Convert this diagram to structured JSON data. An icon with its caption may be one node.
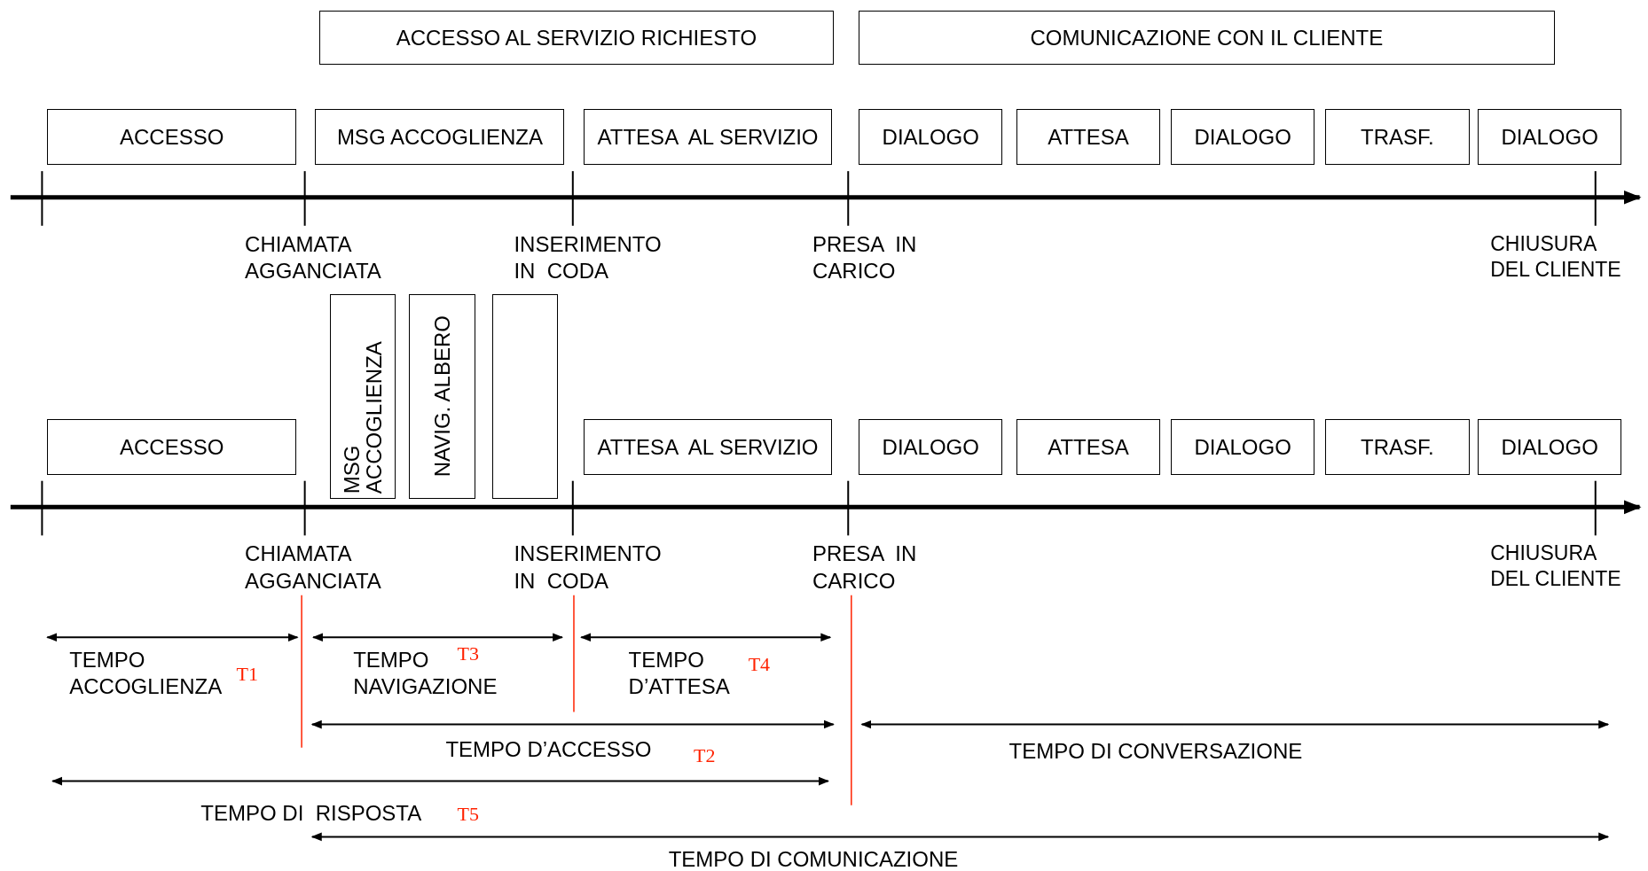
{
  "diagram": {
    "nodes": [
      {
        "text": [
          "ACCESSO AL SERVIZIO RICHIESTO"
        ]
      },
      {
        "text": [
          "COMUNICAZIONE CON IL CLIENTE"
        ]
      },
      {
        "text": [
          "ACCESSO"
        ]
      },
      {
        "text": [
          "MSG ACCOGLIENZA"
        ]
      },
      {
        "text": [
          "ATTESA  AL SERVIZIO"
        ]
      },
      {
        "text": [
          "DIALOGO"
        ]
      },
      {
        "text": [
          "ATTESA"
        ]
      },
      {
        "text": [
          "DIALOGO"
        ]
      },
      {
        "text": [
          "TRASF."
        ]
      },
      {
        "text": [
          "DIALOGO"
        ]
      },
      {
        "text": [
          "MSG ACCOGLIENZA"
        ]
      },
      {
        "text": [
          "NAVIG. ALBERO"
        ]
      },
      {
        "text": [],
        "shape": "box"
      },
      {
        "text": [
          "ACCESSO"
        ]
      },
      {
        "text": [
          "ATTESA  AL SERVIZIO"
        ]
      },
      {
        "text": [
          "DIALOGO"
        ]
      },
      {
        "text": [
          "ATTESA"
        ]
      },
      {
        "text": [
          "DIALOGO"
        ]
      },
      {
        "text": [
          "TRASF."
        ]
      },
      {
        "text": [
          "DIALOGO"
        ]
      }
    ],
    "labels": [
      "CHIAMATA AGGANCIATA",
      "INSERIMENTO IN  CODA",
      "PRESA  IN CARICO",
      "CHIUSURA DEL CLIENTE",
      "CHIAMATA AGGANCIATA",
      "INSERIMENTO IN  CODA",
      "PRESA  IN CARICO",
      "CHIUSURA DEL CLIENTE",
      "TEMPO ACCOGLIENZA",
      "T1",
      "TEMPO NAVIGAZIONE",
      "T3",
      "TEMPO D’ATTESA",
      "T4",
      "TEMPO D’ACCESSO",
      "T2",
      "TEMPO DI CONVERSAZIONE",
      "TEMPO DI  RISPOSTA",
      "T5",
      "TEMPO DI COMUNICAZIONE"
    ]
  }
}
